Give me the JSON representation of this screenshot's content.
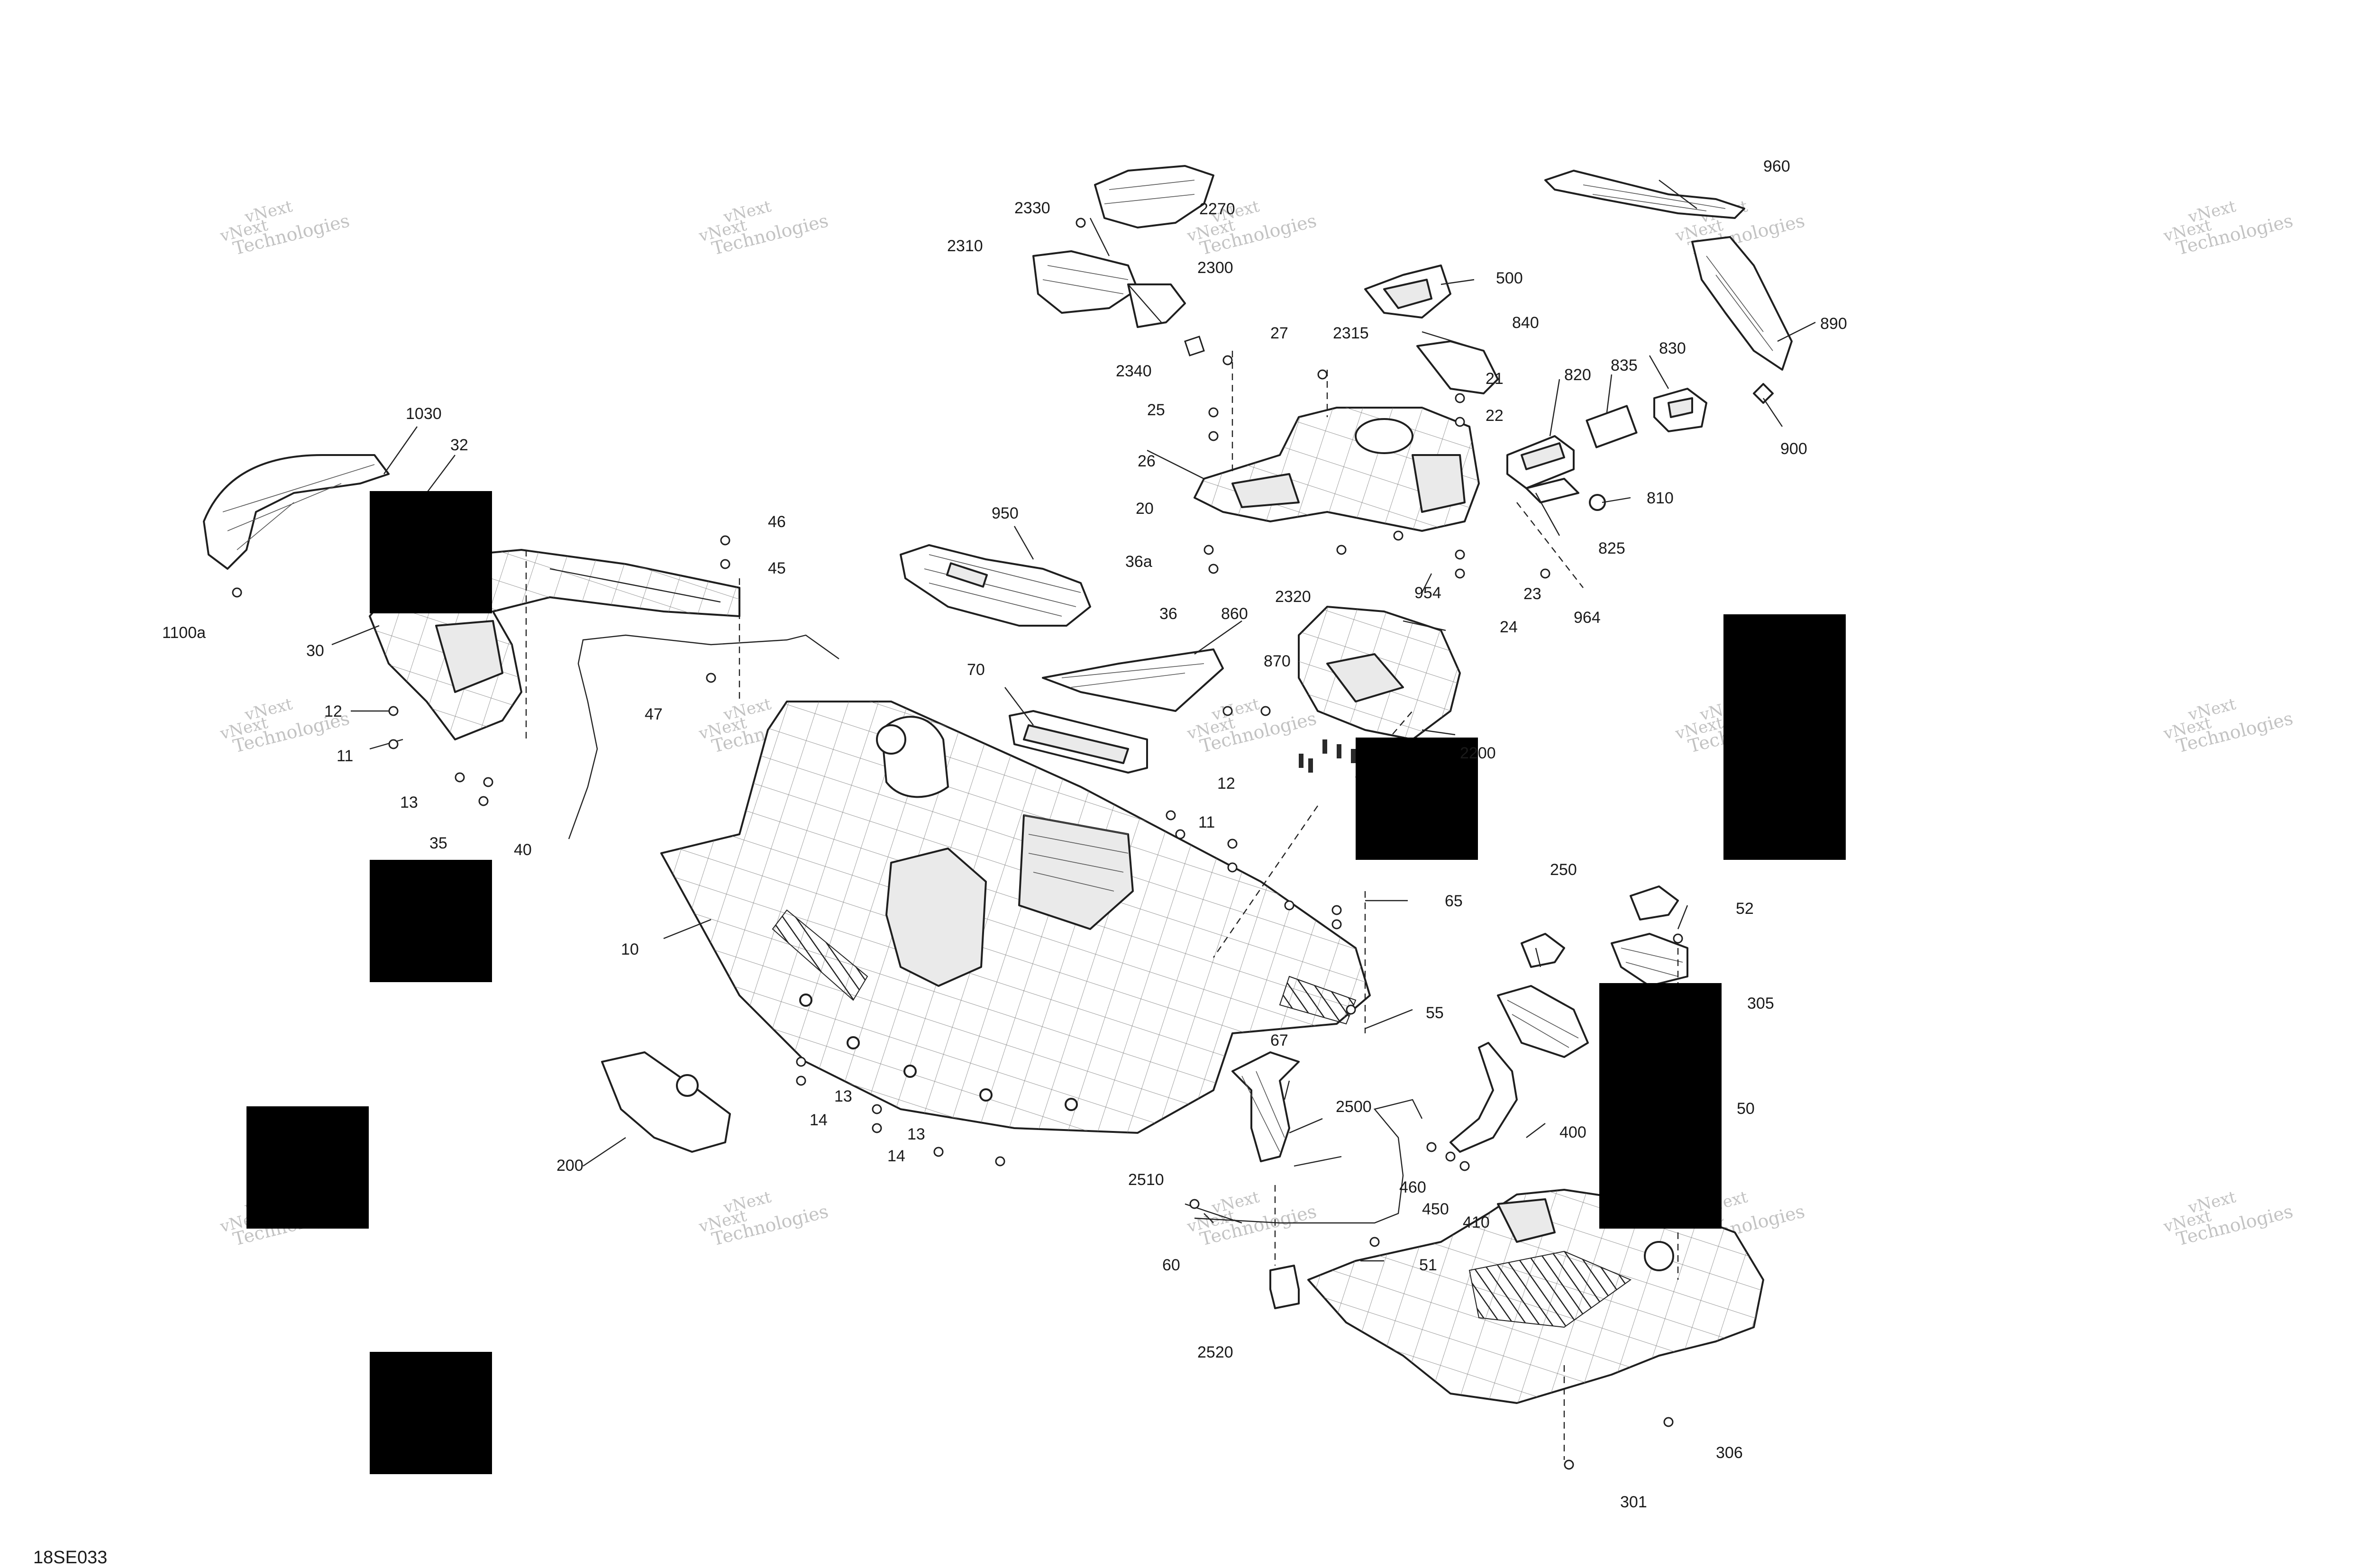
{
  "figure_id": "18SE033",
  "watermark": {
    "line1": "vNext",
    "line2": "Technologies"
  },
  "callouts": [
    "10",
    "11",
    "11",
    "12",
    "12",
    "13",
    "13",
    "13",
    "14",
    "14",
    "20",
    "21",
    "22",
    "23",
    "24",
    "25",
    "26",
    "27",
    "30",
    "32",
    "35",
    "36",
    "36a",
    "40",
    "45",
    "46",
    "47",
    "50",
    "51",
    "52",
    "55",
    "60",
    "65",
    "67",
    "70",
    "200",
    "250",
    "301",
    "305",
    "306",
    "400",
    "410",
    "450",
    "460",
    "500",
    "810",
    "820",
    "825",
    "830",
    "835",
    "840",
    "860",
    "870",
    "890",
    "900",
    "950",
    "954",
    "960",
    "964",
    "1030",
    "1100a",
    "2200",
    "2270",
    "2300",
    "2310",
    "2315",
    "2320",
    "2330",
    "2340",
    "2500",
    "2510",
    "2520"
  ]
}
